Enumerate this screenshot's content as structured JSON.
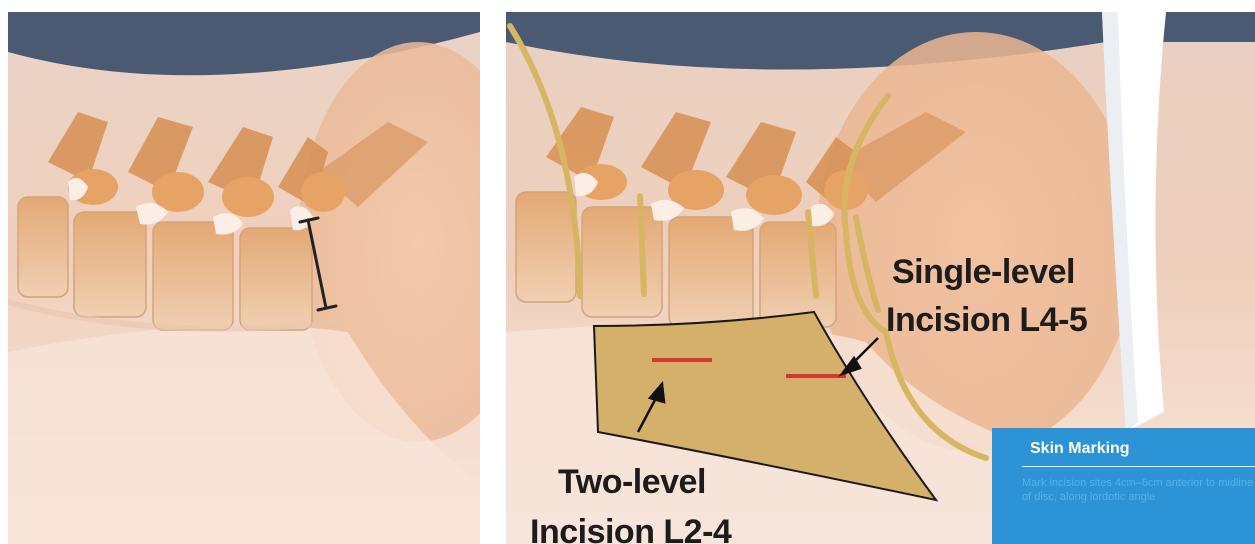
{
  "left_panel": {
    "description_icon": "lumbar-spine-illustration"
  },
  "right_panel": {
    "single_level_label": {
      "line1": "Single-level",
      "line2": "Incision L4-5"
    },
    "two_level_label": {
      "line1": "Two-level",
      "line2": "Incision L2-4"
    },
    "info_card": {
      "title": "Skin Marking",
      "body": "Mark incision sites 4cm–6cm anterior to midline of disc, along lordotic angle"
    }
  },
  "colors": {
    "skin": "#f2d5c4",
    "spine": "#e3a36e",
    "drape_blue": "#4a5a73",
    "template_tan": "#d5b06b",
    "guide_line": "#d9b865",
    "incision_red": "#d7352f",
    "card_blue": "#2b93d6"
  }
}
